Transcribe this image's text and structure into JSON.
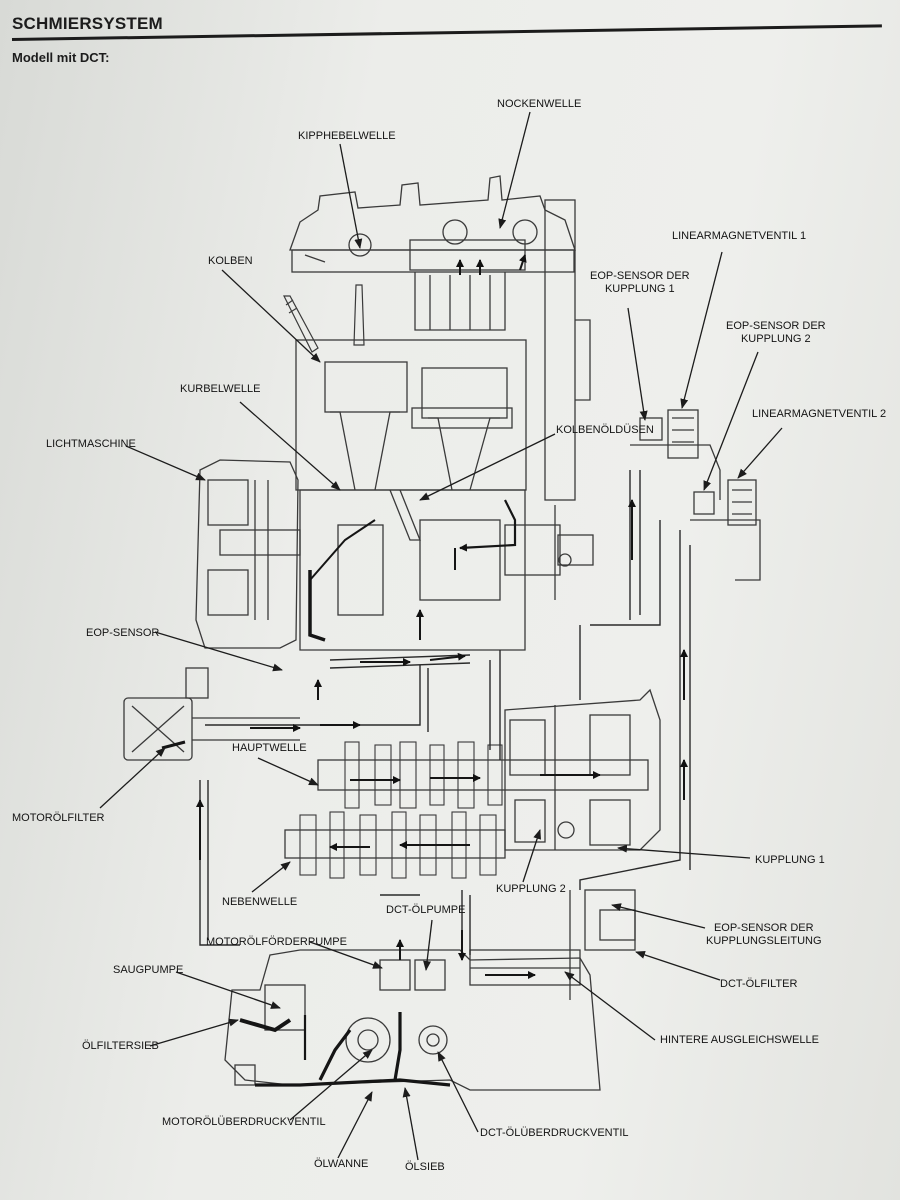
{
  "header": {
    "title": "SCHMIERSYSTEM",
    "subtitle": "Modell mit DCT:"
  },
  "labels": {
    "nockenwelle": "NOCKENWELLE",
    "kipphebelwelle": "KIPPHEBELWELLE",
    "linearmagnetventil_1": "LINEARMAGNETVENTIL 1",
    "eop_sensor_kupplung_1": "EOP-SENSOR DER\nKUPPLUNG 1",
    "kolben": "KOLBEN",
    "eop_sensor_kupplung_2": "EOP-SENSOR DER\nKUPPLUNG 2",
    "kurbelwelle": "KURBELWELLE",
    "linearmagnetventil_2": "LINEARMAGNETVENTIL 2",
    "lichtmaschine": "LICHTMASCHINE",
    "kolbenoelduesen": "KOLBENÖLDÜSEN",
    "eop_sensor": "EOP-SENSOR",
    "hauptwelle": "HAUPTWELLE",
    "motoroelfilter": "MOTORÖLFILTER",
    "kupplung_1": "KUPPLUNG 1",
    "kupplung_2": "KUPPLUNG 2",
    "nebenwelle": "NEBENWELLE",
    "dct_oelpumpe": "DCT-ÖLPUMPE",
    "eop_sensor_kupplungsleitung": "EOP-SENSOR DER\nKUPPLUNGSLEITUNG",
    "motoroelfoerderpumpe": "MOTORÖLFÖRDERPUMPE",
    "saugpumpe": "SAUGPUMPE",
    "dct_oelfilter": "DCT-ÖLFILTER",
    "oelfiltersieb": "ÖLFILTERSIEB",
    "hintere_ausgleichswelle": "HINTERE AUSGLEICHSWELLE",
    "motoroelueberdruckventil": "MOTORÖLÜBERDRUCKVENTIL",
    "dct_oelueberdruckventil": "DCT-ÖLÜBERDRUCKVENTIL",
    "oelwanne": "ÖLWANNE",
    "oelsieb": "ÖLSIEB"
  },
  "colors": {
    "ink": "#1c1c1c",
    "line": "#3a3a3a",
    "paper": "#eceeea"
  }
}
